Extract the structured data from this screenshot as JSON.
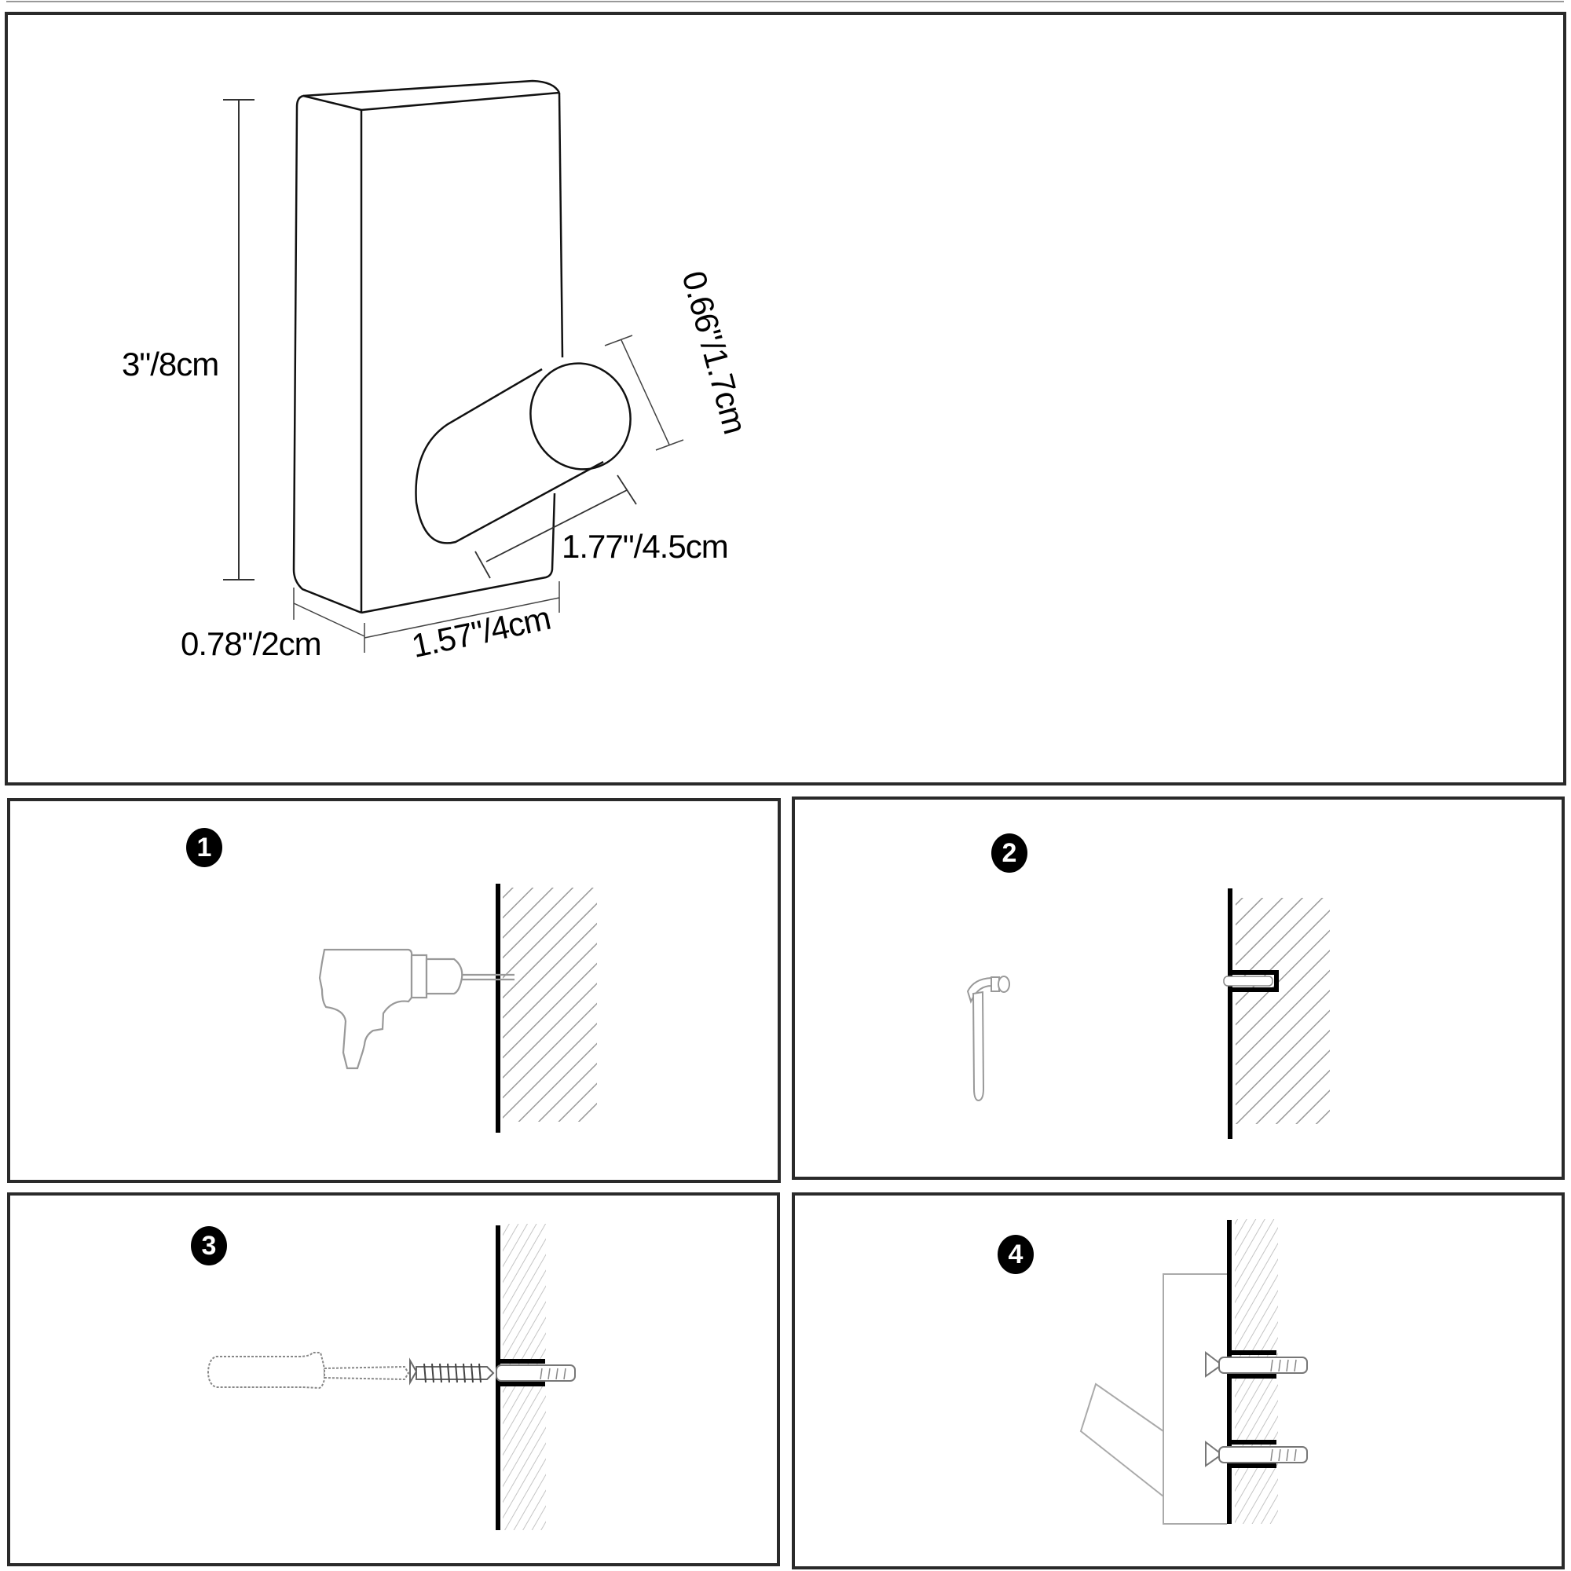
{
  "dimension_panel": {
    "labels": {
      "height": "3\"/8cm",
      "depth": "0.78\"/2cm",
      "width": "1.57\"/4cm",
      "hook_length": "1.77\"/4.5cm",
      "hook_diameter": "0.66\"/1.7cm"
    }
  },
  "steps": [
    {
      "number": "1",
      "tool": "drill",
      "action": "Drill hole in wall"
    },
    {
      "number": "2",
      "tool": "hammer",
      "action": "Hammer anchor into hole"
    },
    {
      "number": "3",
      "tool": "screwdriver",
      "action": "Drive screw into anchor"
    },
    {
      "number": "4",
      "tool": "none",
      "action": "Hook mounted with two screws"
    }
  ],
  "colors": {
    "border": "#2a2a2a",
    "line": "#000000",
    "hatch": "#9a9a9a",
    "tool_outline": "#9a9a9a"
  }
}
